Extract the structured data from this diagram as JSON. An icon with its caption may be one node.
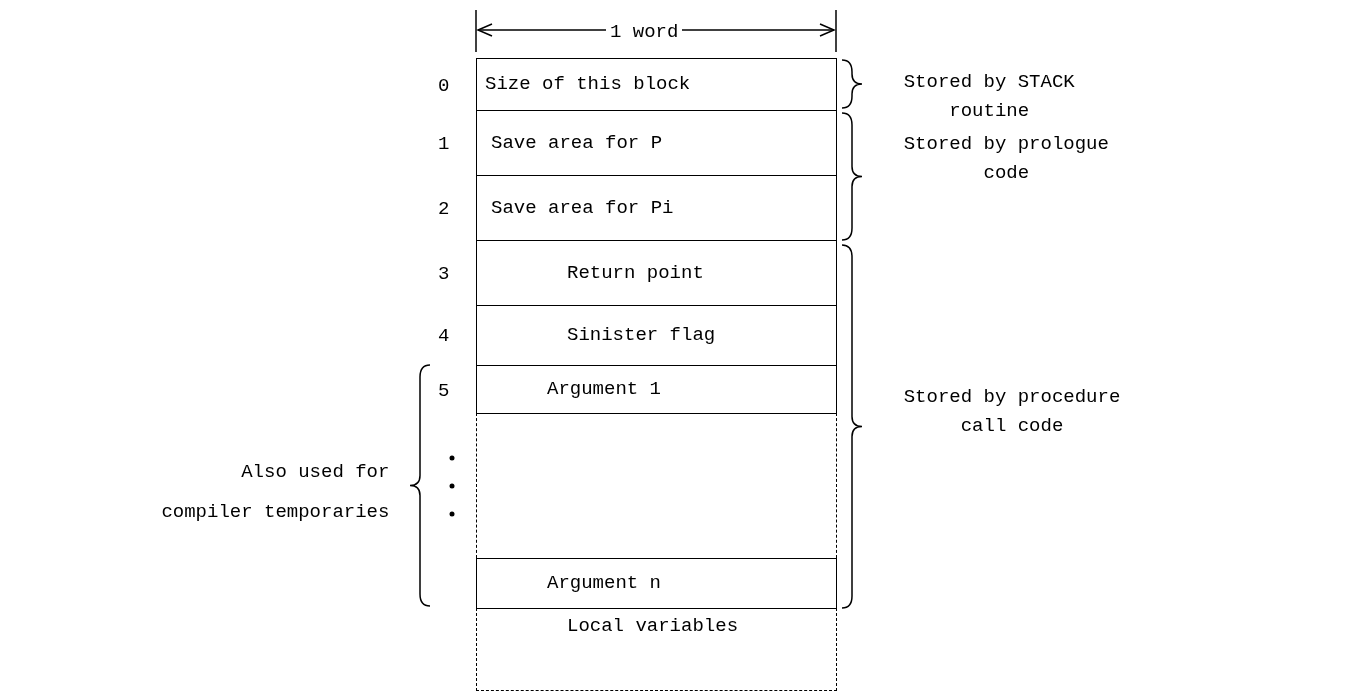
{
  "diagram": {
    "nodes": [
      {
        "text": [
          "Size of this block"
        ]
      },
      {
        "text": [
          "Save area for P"
        ]
      },
      {
        "text": [
          "Save area for Pi"
        ]
      },
      {
        "text": [
          "Return point"
        ]
      },
      {
        "text": [
          "Sinister flag"
        ]
      },
      {
        "text": [
          "Argument 1"
        ]
      },
      {
        "text": [],
        "shape": "box"
      },
      {
        "text": [
          "Argument n"
        ]
      },
      {
        "text": [
          "Local variables"
        ]
      }
    ],
    "edges": [],
    "labels": [
      "1 word",
      "0",
      "1",
      "2",
      "3",
      "4",
      "5",
      "Stored by STACK routine",
      "Stored by prologue code",
      "Stored by procedure call code",
      "Also used for compiler temporaries"
    ]
  }
}
